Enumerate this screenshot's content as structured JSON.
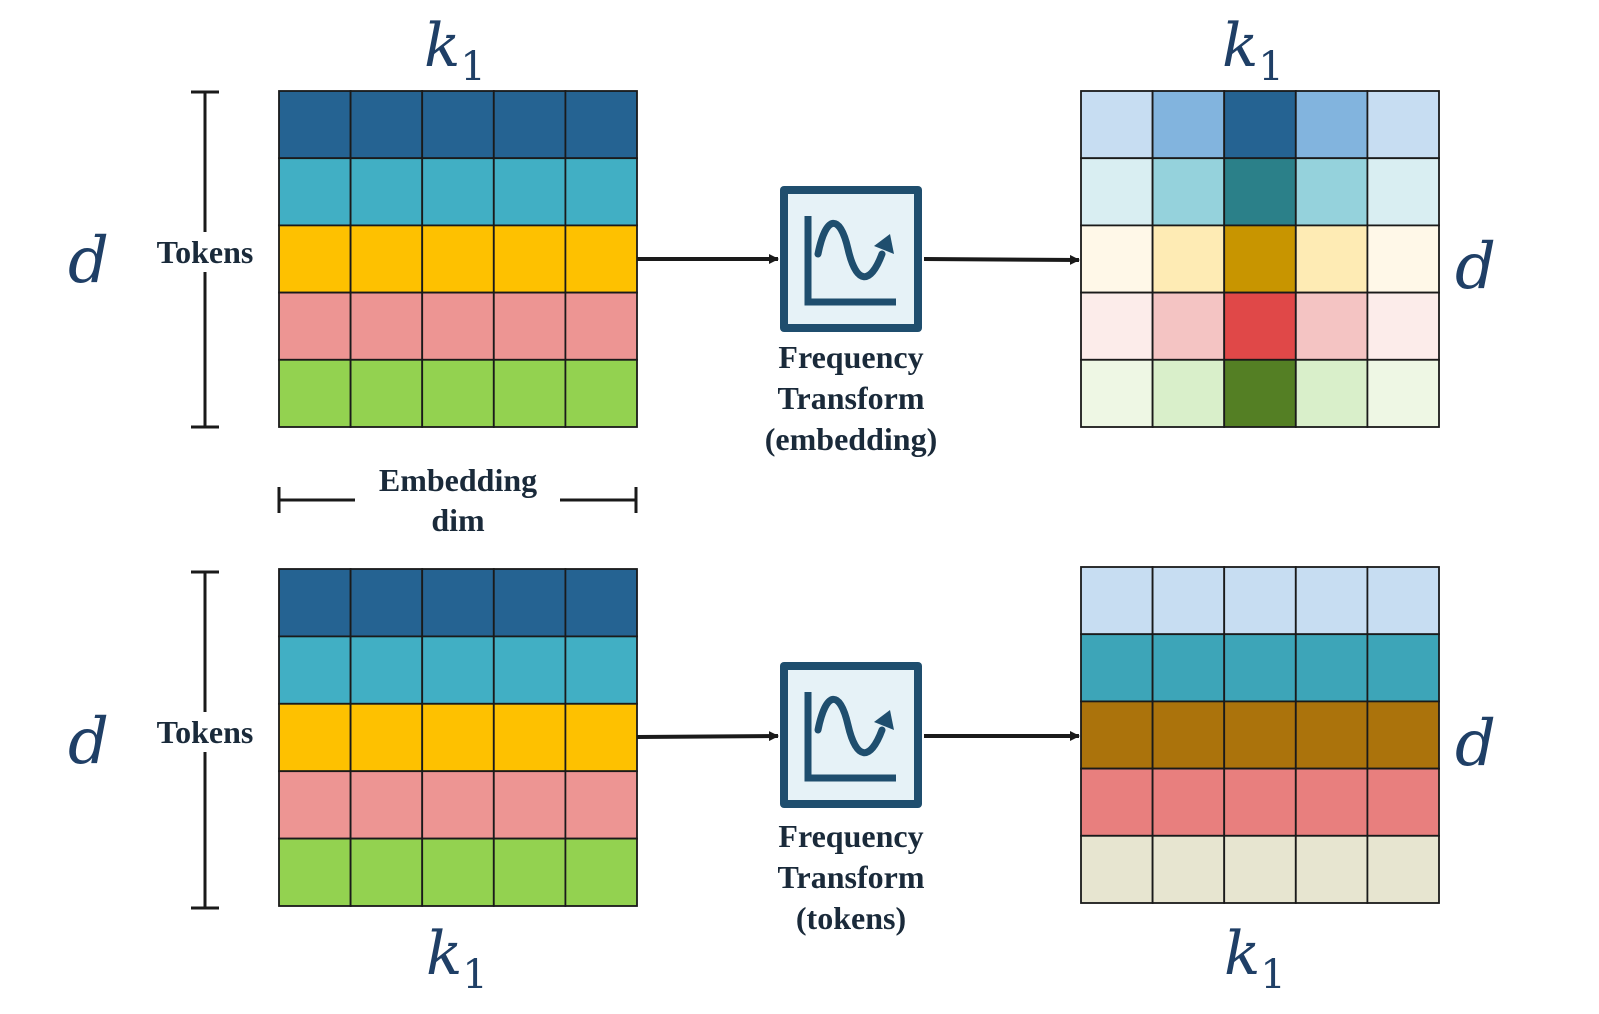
{
  "top_row": {
    "input_matrix": {
      "top_label": "k",
      "top_label_sub": "1",
      "side_label": "d",
      "tokens_label": "Tokens",
      "bottom_label_line1": "Embedding",
      "bottom_label_line2": "dim",
      "row_colors": [
        "#256392",
        "#41afc4",
        "#fec100",
        "#ed9593",
        "#93d250"
      ]
    },
    "transform": {
      "label_line1": "Frequency",
      "label_line2": "Transform",
      "label_line3": "(embedding)"
    },
    "output_matrix": {
      "top_label": "k",
      "top_label_sub": "1",
      "side_label": "d",
      "cell_colors": [
        [
          "#c7ddf2",
          "#82b4de",
          "#256392",
          "#82b4de",
          "#c7ddf2"
        ],
        [
          "#d9eef2",
          "#95d2dc",
          "#2b8089",
          "#95d2dc",
          "#d9eef2"
        ],
        [
          "#fff8e8",
          "#feebb4",
          "#c89500",
          "#feebb4",
          "#fff8e8"
        ],
        [
          "#fcecea",
          "#f4c4c3",
          "#e04848",
          "#f4c4c3",
          "#fcecea"
        ],
        [
          "#eef7e4",
          "#d9efca",
          "#547f24",
          "#d9efca",
          "#eef7e4"
        ]
      ]
    }
  },
  "bottom_row": {
    "input_matrix": {
      "side_label": "d",
      "tokens_label": "Tokens",
      "bottom_label": "k",
      "bottom_label_sub": "1",
      "row_colors": [
        "#256392",
        "#41afc4",
        "#fec100",
        "#ed9593",
        "#93d250"
      ]
    },
    "transform": {
      "label_line1": "Frequency",
      "label_line2": "Transform",
      "label_line3": "(tokens)"
    },
    "output_matrix": {
      "side_label": "d",
      "bottom_label": "k",
      "bottom_label_sub": "1",
      "row_colors": [
        "#c7ddf2",
        "#3da5b8",
        "#ab730c",
        "#e87f7e",
        "#e7e5d0"
      ]
    }
  },
  "icon": {
    "name": "frequency-wave-icon",
    "frame_color": "#1f4e6e",
    "fill_color": "#e6f2f7"
  },
  "grid_line_color": "#1a1a1a"
}
